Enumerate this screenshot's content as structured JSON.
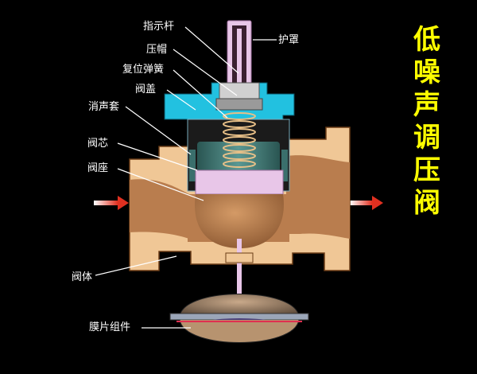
{
  "title_chars": [
    "低",
    "噪",
    "声",
    "调",
    "压",
    "阀"
  ],
  "labels": {
    "indicator_rod": "指示杆",
    "guard_cover": "护罩",
    "pressure_cap": "压帽",
    "return_spring": "复位弹簧",
    "valve_cover": "阀盖",
    "silencer_sleeve": "消声套",
    "valve_core": "阀芯",
    "valve_seat": "阀座",
    "valve_body": "阀体",
    "diaphragm_assembly": "膜片组件"
  },
  "colors": {
    "background": "#000000",
    "title": "#ffff00",
    "label_text": "#ffffff",
    "leader_line": "#ffffff",
    "body_fill": "#f0c796",
    "fluid_fill": "#b97d4e",
    "cover_fill": "#22c1e0",
    "core_fill": "#3a6f6c",
    "rod_fill": "#e8c6e8",
    "flow_arrow": "#e03020",
    "diaphragm_fill": "#6e5a8a"
  }
}
